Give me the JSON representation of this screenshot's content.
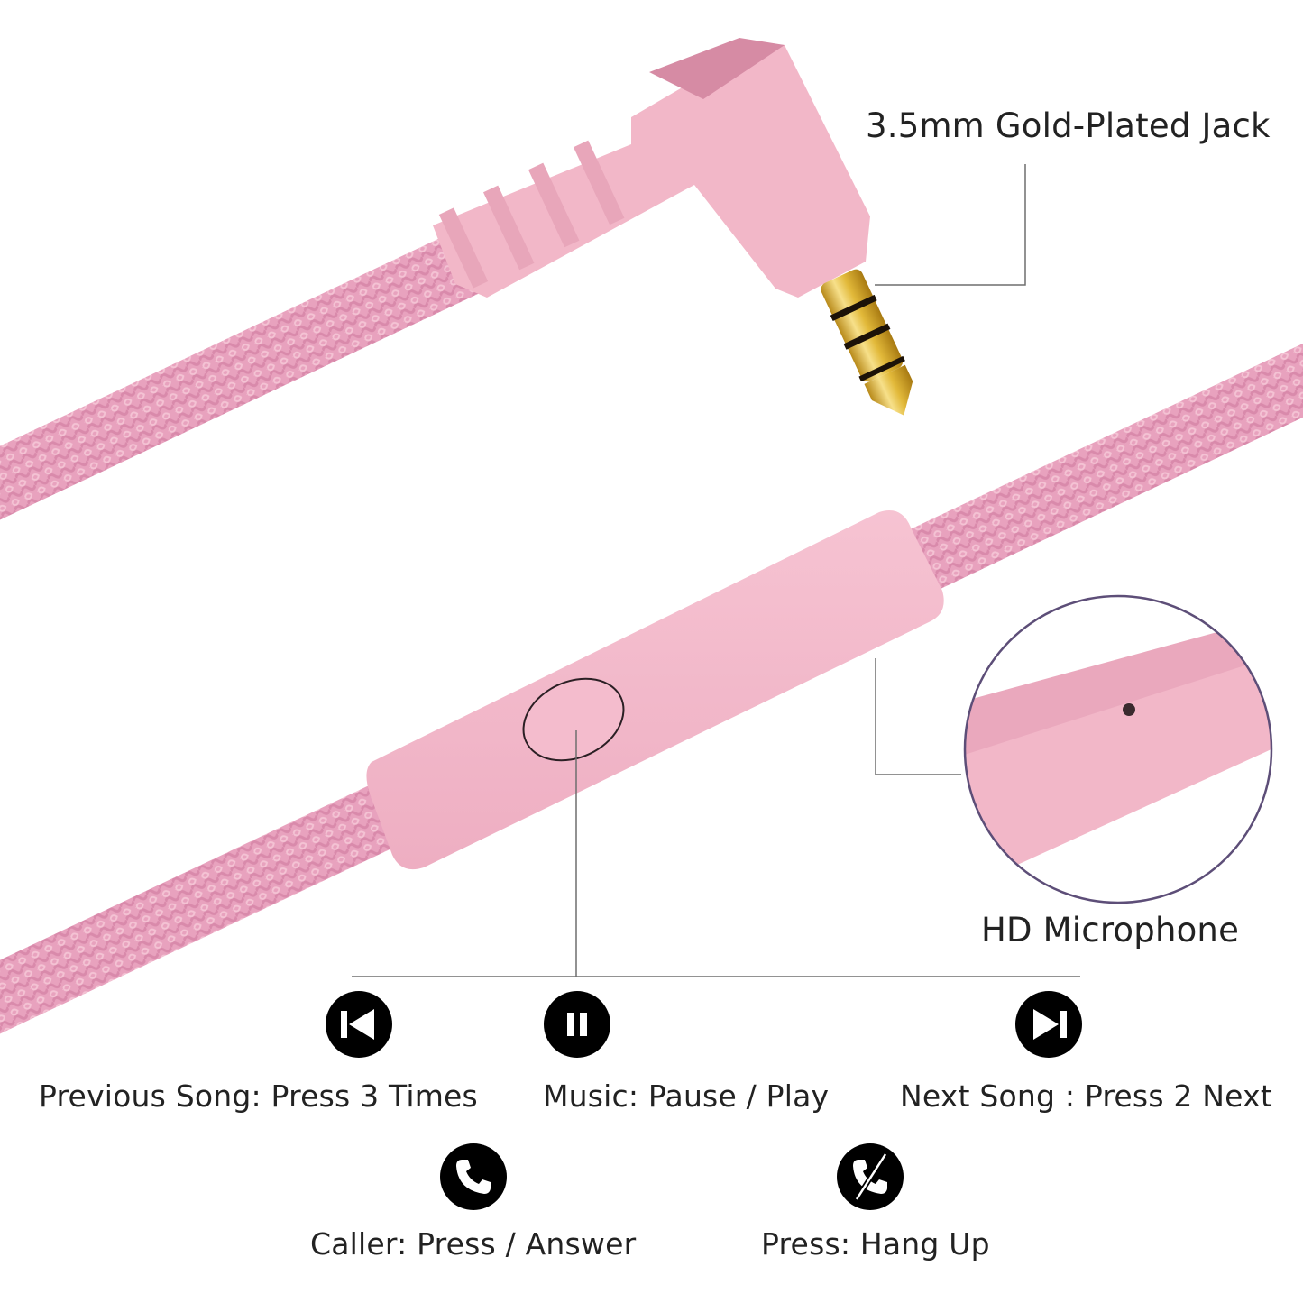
{
  "colors": {
    "cable": "#e8a2be",
    "cable_dark": "#d98aab",
    "plastic": "#f2b7c8",
    "plastic_shadow": "#e8a6ba",
    "gold": "#e2b93a",
    "leader_line": "#6e6e6e",
    "mic_circle_border": "#5d4e78",
    "icon_fill": "#000000",
    "text": "#222222"
  },
  "callouts": {
    "jack": "3.5mm Gold-Plated Jack",
    "microphone": "HD Microphone"
  },
  "controls": [
    {
      "icon": "previous-track-icon",
      "label": "Previous Song: Press 3 Times"
    },
    {
      "icon": "pause-icon",
      "label": "Music: Pause / Play"
    },
    {
      "icon": "next-track-icon",
      "label": "Next Song : Press 2 Next"
    },
    {
      "icon": "phone-answer-icon",
      "label": "Caller: Press / Answer"
    },
    {
      "icon": "phone-hangup-icon",
      "label": "Press: Hang Up"
    }
  ]
}
